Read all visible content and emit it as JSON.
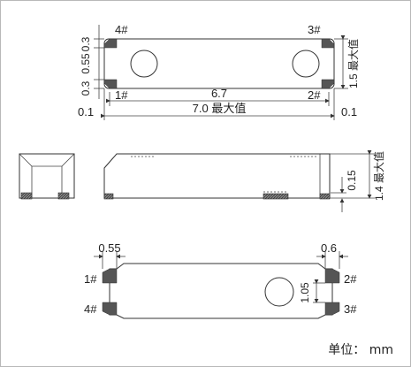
{
  "top_view": {
    "pin_labels": {
      "p1": "1#",
      "p2": "2#",
      "p3": "3#",
      "p4": "4#"
    },
    "dim_pad_top": "0.3",
    "dim_pad_gap": "0.55",
    "dim_pad_bottom": "0.3",
    "dim_inner_length": "6.7",
    "dim_total_length": "7.0 最大值",
    "dim_left_margin": "0.1",
    "dim_right_margin": "0.1",
    "dim_width": "1.5 最大值"
  },
  "side_view": {
    "dim_height": "1.4 最大值",
    "dim_pad_thickness": "0.15"
  },
  "bottom_view": {
    "pin_labels": {
      "p1": "1#",
      "p2": "2#",
      "p3": "3#",
      "p4": "4#"
    },
    "dim_left_pad": "0.55",
    "dim_right_pad": "0.6",
    "dim_pad_spacing": "1.05"
  },
  "unit_label": "单位： mm",
  "colors": {
    "line": "#333333",
    "pad": "#555555",
    "frame": "#b8b8b8"
  }
}
